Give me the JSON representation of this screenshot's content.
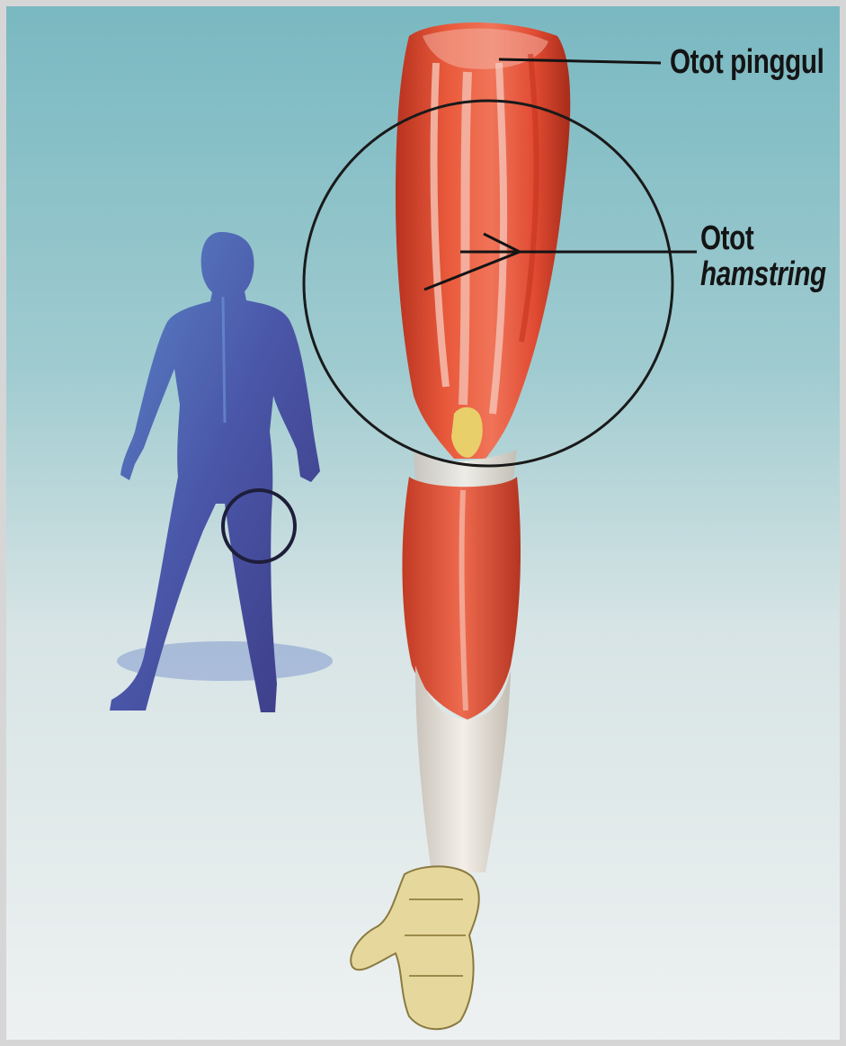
{
  "labels": {
    "hip_muscle": "Otot pinggul",
    "hamstring_line1": "Otot",
    "hamstring_line2": "hamstring"
  },
  "colors": {
    "background_top": "#7fbcc4",
    "background_bottom": "#eef1f1",
    "muscle_red": "#e04a32",
    "figure_blue": "#4a62b0",
    "bone": "#e8dca0",
    "ink": "#141414"
  }
}
